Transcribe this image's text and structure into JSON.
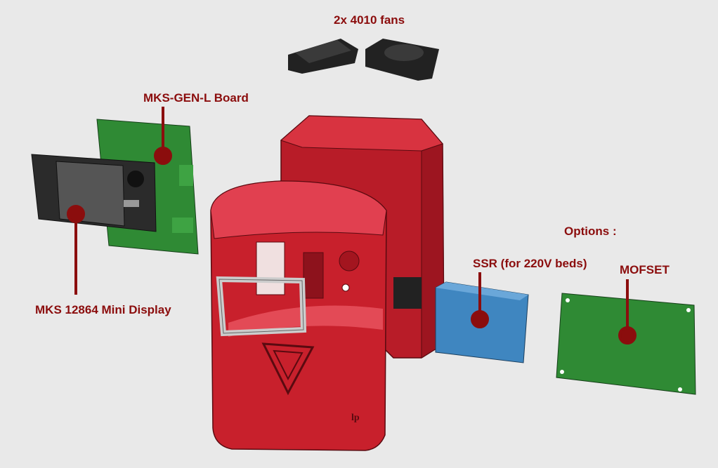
{
  "labels": {
    "fans": "2x 4010 fans",
    "board": "MKS-GEN-L Board",
    "display": "MKS 12864 Mini Display",
    "ssr": "SSR (for 220V beds)",
    "options": "Options :",
    "mofset": "MOFSET"
  },
  "logo_text": "lp",
  "colors": {
    "label": "#8b0d0d",
    "enclosure": "#c8202c",
    "pcb": "#2f8a34",
    "ssr": "#3f86c0",
    "fan": "#222222",
    "background": "#e9e9e9"
  }
}
